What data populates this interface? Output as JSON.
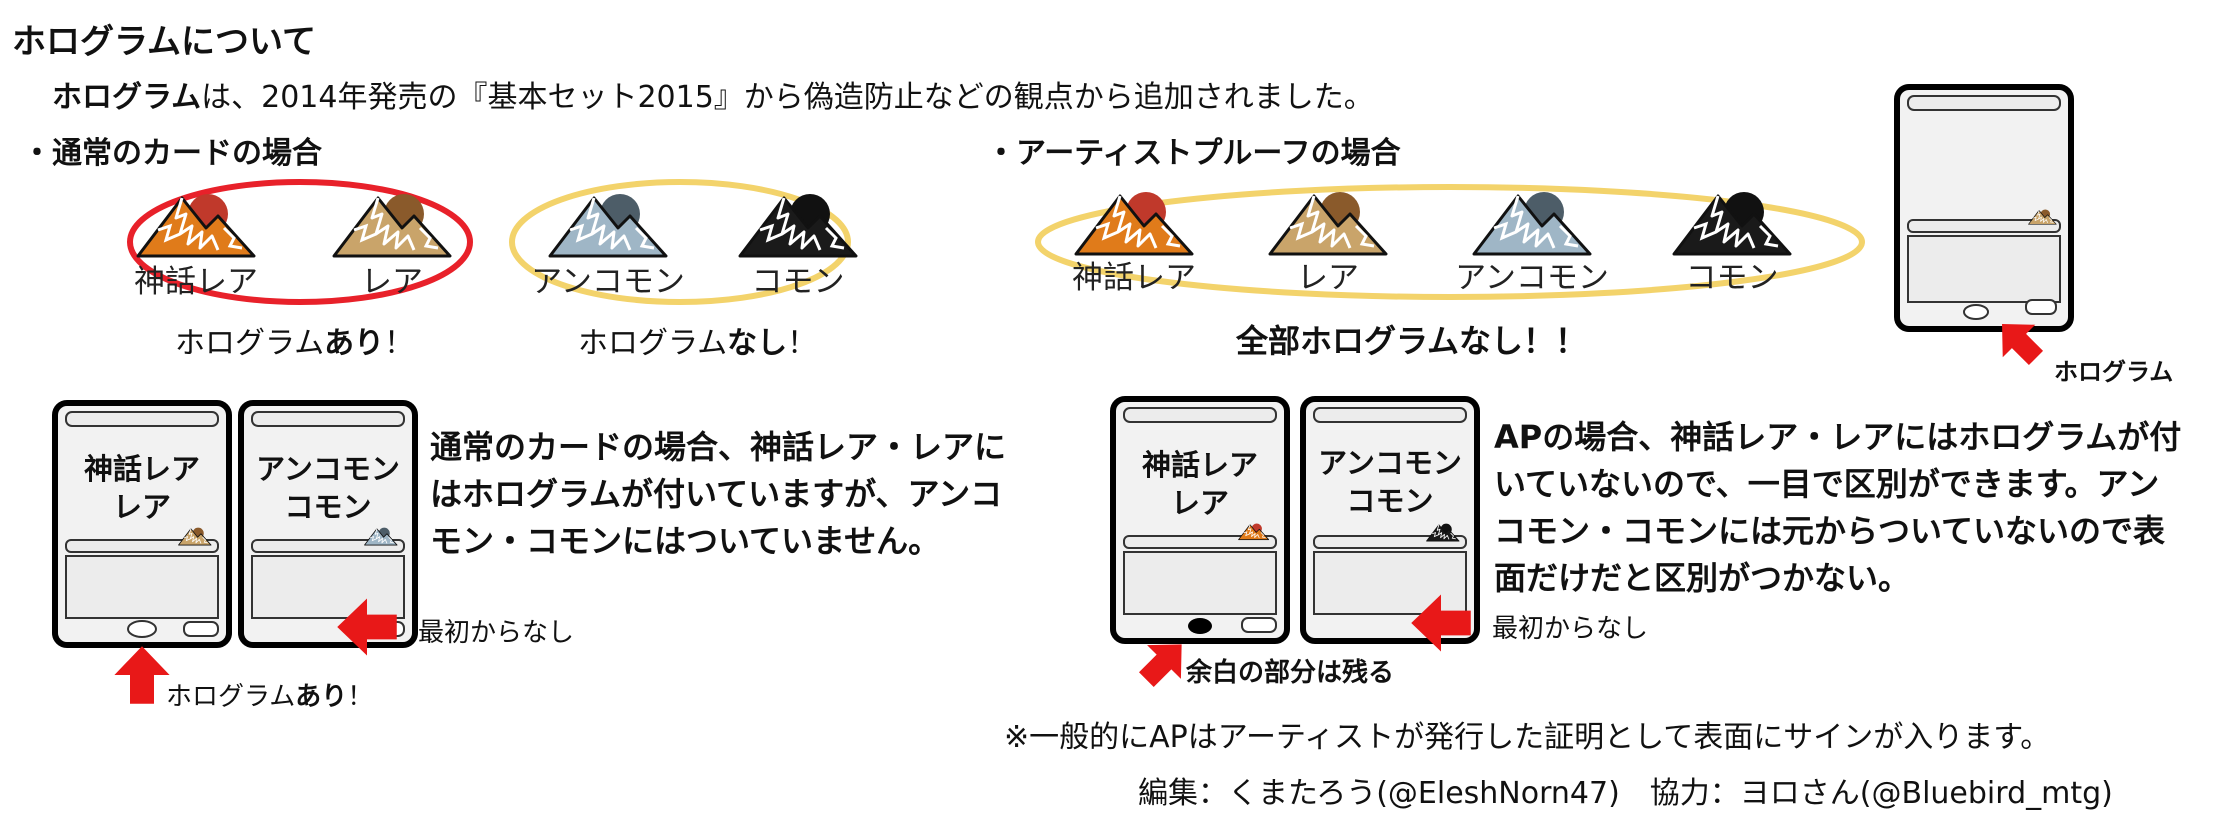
{
  "title": "ホログラムについて",
  "intro": {
    "bold": "ホログラム",
    "rest": "は、2014年発売の『基本セット2015』から偽造防止などの観点から追加されました。"
  },
  "normal_section": {
    "heading": "・通常のカードの場合",
    "rarities": [
      "神話レア",
      "レア",
      "アンコモン",
      "コモン"
    ],
    "group1_caption": {
      "pre": "ホログラム",
      "bold": "あり",
      "post": "！"
    },
    "group2_caption": {
      "pre": "ホログラム",
      "bold": "なし",
      "post": "！"
    },
    "card1_text": [
      "神話レア",
      "レア"
    ],
    "card2_text": [
      "アンコモン",
      "コモン"
    ],
    "description": "通常のカードの場合、神話レア・レアにはホログラムが付いていますが、アンコモン・コモンにはついていません。",
    "holo_label": {
      "pre": "ホログラム",
      "bold": "あり",
      "post": "！"
    },
    "none_label": "最初からなし"
  },
  "ap_section": {
    "heading": "・アーティストプルーフの場合",
    "rarities": [
      "神話レア",
      "レア",
      "アンコモン",
      "コモン"
    ],
    "caption": "全部ホログラムなし！！",
    "card1_text": [
      "神話レア",
      "レア"
    ],
    "card2_text": [
      "アンコモン",
      "コモン"
    ],
    "description": "APの場合、神話レア・レアにはホログラムが付いていないので、一目で区別ができます。アンコモン・コモンには元からついていないので表面だけだと区別がつかない。",
    "blank_label": "余白の部分は残る",
    "none_label": "最初からなし"
  },
  "diagram_label": "ホログラム",
  "note": "※一般的にAPはアーティストが発行した証明として表面にサインが入ります。",
  "credits": "編集：くまたろう(@EleshNorn47)　協力：ヨロさん(@Bluebird_mtg)",
  "colors": {
    "mythic": "#e07b1a",
    "mythic_sun": "#c0392b",
    "rare": "#c9a46a",
    "rare_sun": "#8a5a2b",
    "uncommon": "#9fb6c6",
    "uncommon_sun": "#4d5d68",
    "common": "#1a1a1a",
    "common_sun": "#111111",
    "red_ellipse": "#e8212a",
    "yellow_ellipse": "#f3d36b",
    "arrow": "#e81818"
  }
}
